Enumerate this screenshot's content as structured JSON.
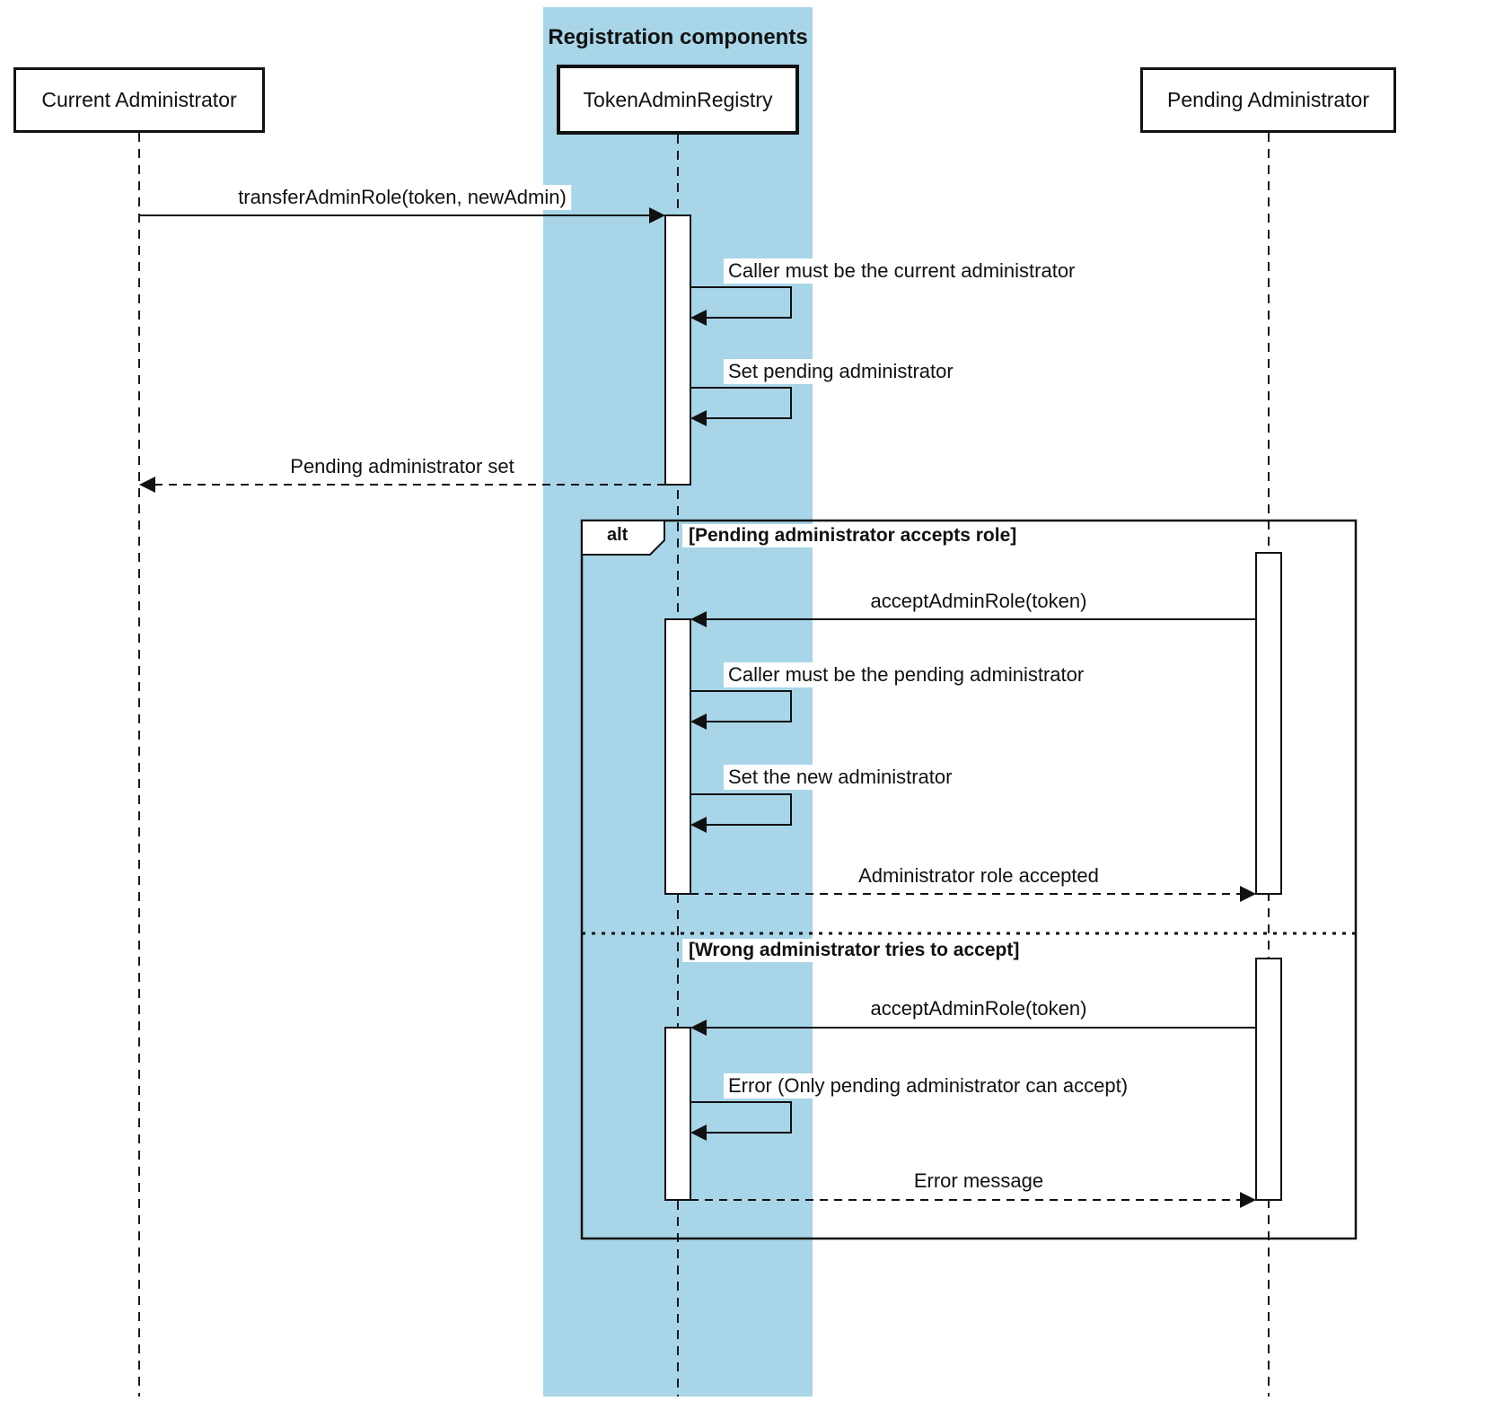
{
  "colors": {
    "region_fill": "#a8d5e8",
    "stroke": "#111111"
  },
  "region": {
    "title": "Registration components"
  },
  "participants": [
    {
      "label": "Current Administrator"
    },
    {
      "label": "TokenAdminRegistry"
    },
    {
      "label": "Pending Administrator"
    }
  ],
  "alt": {
    "label": "alt",
    "condition1": "[Pending administrator accepts role]",
    "condition2": "[Wrong administrator tries to accept]"
  },
  "messages": {
    "transfer": "transferAdminRole(token, newAdmin)",
    "caller_current": "Caller must be the current administrator",
    "set_pending": "Set pending administrator",
    "pending_set": "Pending administrator set",
    "accept1": "acceptAdminRole(token)",
    "caller_pending": "Caller must be the pending administrator",
    "set_new": "Set the new administrator",
    "role_accepted": "Administrator role accepted",
    "accept2": "acceptAdminRole(token)",
    "error_only": "Error (Only pending administrator can accept)",
    "error_message": "Error message"
  }
}
